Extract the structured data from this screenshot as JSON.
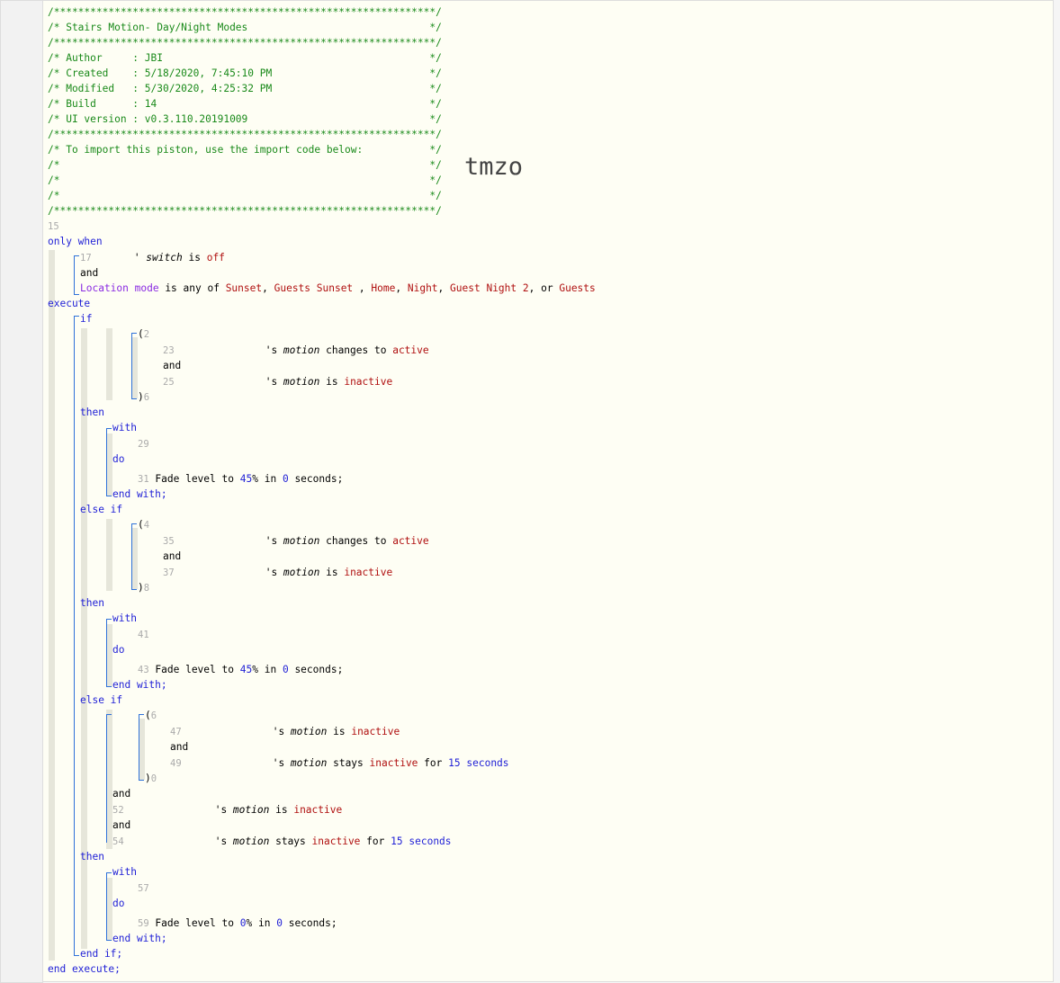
{
  "header": {
    "border": "/***************************************************************/",
    "title_line": "/* Stairs Motion- Day/Night Modes                              */",
    "author_line": "/* Author     : JBI                                            */",
    "created_line": "/* Created    : 5/18/2020, 7:45:10 PM                          */",
    "modified_line": "/* Modified   : 5/30/2020, 4:25:32 PM                          */",
    "build_line": "/* Build      : 14                                             */",
    "uiversion_line": "/* UI version : v0.3.110.20191009                              */",
    "import_line": "/* To import this piston, use the import code below:           */",
    "blank_line": "/*                                                             */",
    "watermark": "tmzo"
  },
  "code": {
    "line_15": "15",
    "only_when": "only when",
    "line_17": "17",
    "switch_quote": "' ",
    "switch_attr": "switch",
    "is": "is",
    "off": "off",
    "and": "and",
    "location_mode": "Location mode",
    "is_any_of": "is any of",
    "modes": [
      "Sunset",
      "Guests Sunset ",
      "Home",
      "Night",
      "Guest Night 2",
      "Guests"
    ],
    "comma": ",",
    "or": "or",
    "execute": "execute",
    "if": "if",
    "then": "then",
    "else_if": "else if",
    "with": "with",
    "do": "do",
    "end_with": "end with;",
    "end_if": "end if;",
    "end_execute": "end execute;",
    "open_paren": "(",
    "close_paren": ")",
    "motion_prefix": "'s ",
    "motion": "motion",
    "changes_to": "changes to",
    "active": "active",
    "inactive": "inactive",
    "stays": "stays",
    "for": "for",
    "seconds_word": "seconds",
    "fade_level_to": "Fade level to",
    "in": "in",
    "seconds_end": "seconds;",
    "pct": "%",
    "fifteen": "15",
    "val_45": "45",
    "val_0": "0",
    "ln": {
      "22": "2",
      "23": "23",
      "25": "25",
      "26": "6",
      "29": "29",
      "31": "31",
      "34": "4",
      "35": "35",
      "37": "37",
      "38": "8",
      "41": "41",
      "43": "43",
      "46": "6",
      "47": "47",
      "49": "49",
      "50": "0",
      "52": "52",
      "54": "54",
      "57": "57",
      "59": "59"
    }
  },
  "colors": {
    "comment": "#1a8a1a",
    "keyword": "#1f1fd6",
    "string": "#b01010",
    "number": "#1f1fd6",
    "property": "#8a2be2",
    "bracket": "#2f72d9"
  }
}
